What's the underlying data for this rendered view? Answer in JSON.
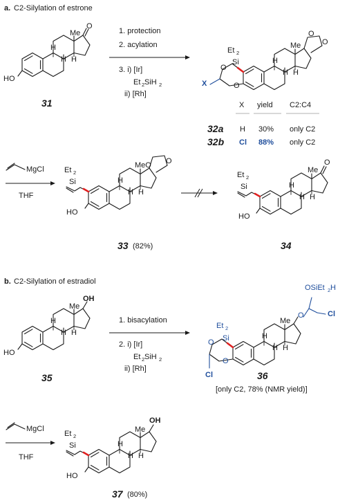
{
  "section_a": {
    "letter": "a.",
    "title": "C2-Silylation of estrone",
    "step1": "1. protection",
    "step2": "2. acylation",
    "step3": "3. i)  [Ir]",
    "step3b": "Et",
    "step3b2": "SiH",
    "step3c": "ii) [Rh]",
    "sm_label": "31",
    "table": {
      "headers": [
        "X",
        "yield",
        "C2:C4"
      ],
      "rows": [
        {
          "id": "32a",
          "x": "H",
          "yield": "30%",
          "sel": "only C2"
        },
        {
          "id": "32b",
          "x": "Cl",
          "yield": "88%",
          "sel": "only C2"
        }
      ]
    },
    "reagent": "MgCl",
    "solvent": "THF",
    "p33": "33",
    "p33_yield": "(82%)",
    "p34": "34"
  },
  "section_b": {
    "letter": "b.",
    "title": "C2-Silylation of estradiol",
    "step1": "1. bisacylation",
    "step2": "2. i)  [Ir]",
    "step2b": "Et",
    "step2b2": "SiH",
    "step2c": "ii) [Rh]",
    "sm_label": "35",
    "p36": "36",
    "p36_note": "[only C2, 78% (NMR yield)]",
    "reagent": "MgCl",
    "solvent": "THF",
    "p37": "37",
    "p37_yield": "(80%)"
  },
  "atoms": {
    "me": "Me",
    "meo": "MeO",
    "o": "O",
    "ho": "HO",
    "h": "H",
    "oh": "OH",
    "si": "Si",
    "et": "Et",
    "two": "2",
    "x": "X",
    "cl": "Cl",
    "osi": "OSiEt",
    "osi_h": "H"
  }
}
